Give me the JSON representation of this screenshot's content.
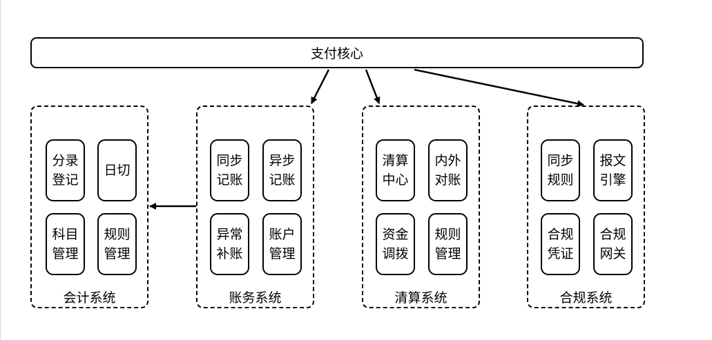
{
  "core": {
    "label": "支付核心"
  },
  "groups": [
    {
      "title": "会计系统",
      "modules": [
        "分录\n登记",
        "日切",
        "科目\n管理",
        "规则\n管理"
      ]
    },
    {
      "title": "账务系统",
      "modules": [
        "同步\n记账",
        "异步\n记账",
        "异常\n补账",
        "账户\n管理"
      ]
    },
    {
      "title": "清算系统",
      "modules": [
        "清算\n中心",
        "内外\n对账",
        "资金\n调拨",
        "规则\n管理"
      ]
    },
    {
      "title": "合规系统",
      "modules": [
        "同步\n规则",
        "报文\n引擎",
        "合规\n凭证",
        "合规\n网关"
      ]
    }
  ],
  "edges": [
    {
      "from": "支付核心",
      "to": "账务系统"
    },
    {
      "from": "支付核心",
      "to": "清算系统"
    },
    {
      "from": "支付核心",
      "to": "合规系统"
    },
    {
      "from": "账务系统",
      "to": "会计系统"
    }
  ]
}
